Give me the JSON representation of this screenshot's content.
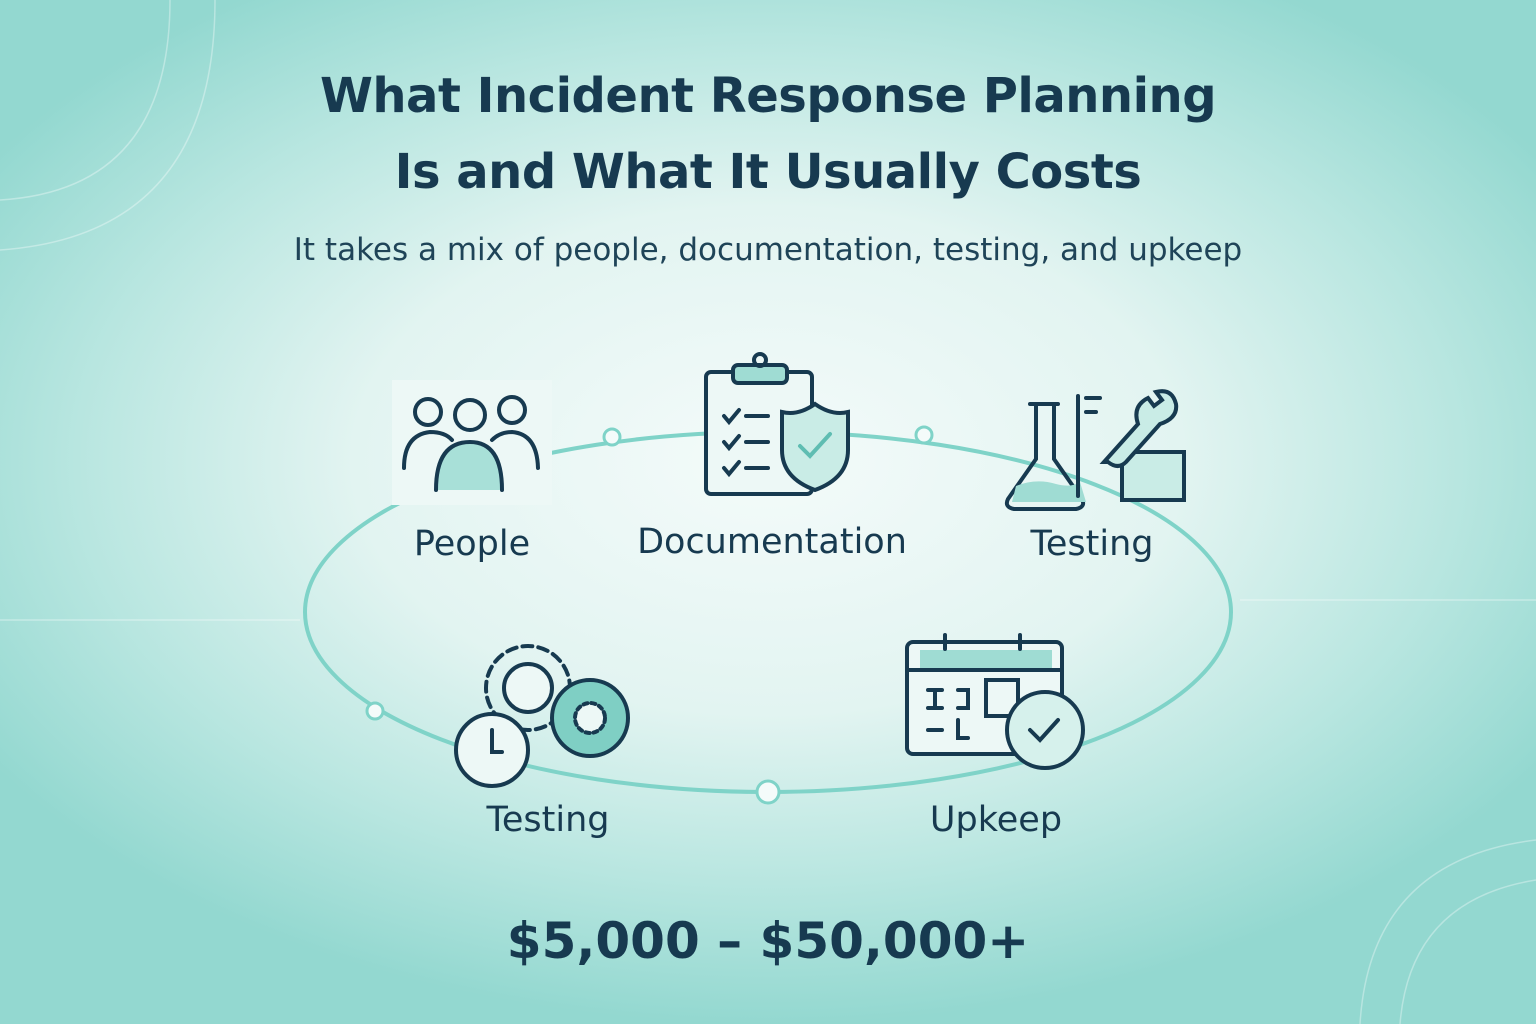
{
  "title_line1": "What Incident Response Planning",
  "title_line2": "Is and What It Usually Costs",
  "subtitle": "It takes a mix of people, documentation, testing, and upkeep",
  "items": [
    {
      "label": "People",
      "icon": "people-icon"
    },
    {
      "label": "Documentation",
      "icon": "clipboard-shield-icon"
    },
    {
      "label": "Testing",
      "icon": "flask-wrench-icon"
    },
    {
      "label": "Testing",
      "icon": "gears-clock-icon"
    },
    {
      "label": "Upkeep",
      "icon": "calendar-check-icon"
    }
  ],
  "cost_range": "$5,000 – $50,000+",
  "colors": {
    "navy": "#173a50",
    "teal": "#7fd3c8",
    "fill": "#9fdcd3"
  }
}
